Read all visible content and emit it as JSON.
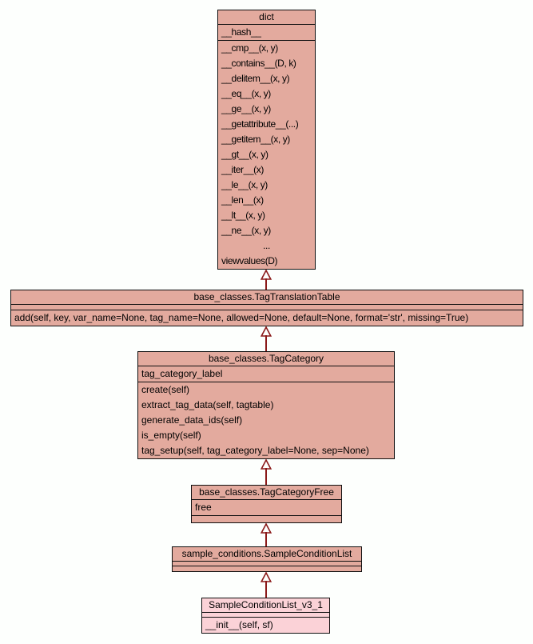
{
  "theme": {
    "page_bg": "#fdfffd",
    "box_fill": "#e3aa9e",
    "box_fill_light": "#fbd2d7",
    "border_color": "#101010",
    "arrow_color": "#8b1a1a"
  },
  "diagram_type": "uml-class-inheritance",
  "classes": [
    {
      "title": "dict",
      "attributes": [
        "__hash__"
      ],
      "methods": [
        "__cmp__(x, y)",
        "__contains__(D, k)",
        "__delitem__(x, y)",
        "__eq__(x, y)",
        "__ge__(x, y)",
        "__getattribute__(...)",
        "__getitem__(x, y)",
        "__gt__(x, y)",
        "__iter__(x)",
        "__le__(x, y)",
        "__len__(x)",
        "__lt__(x, y)",
        "__ne__(x, y)",
        "...",
        "viewvalues(D)"
      ]
    },
    {
      "title": "base_classes.TagTranslationTable",
      "attributes": [],
      "methods": [
        "add(self, key, var_name=None, tag_name=None, allowed=None, default=None, format='str', missing=True)"
      ]
    },
    {
      "title": "base_classes.TagCategory",
      "attributes": [
        "tag_category_label"
      ],
      "methods": [
        "create(self)",
        "extract_tag_data(self, tagtable)",
        "generate_data_ids(self)",
        "is_empty(self)",
        "tag_setup(self, tag_category_label=None, sep=None)"
      ]
    },
    {
      "title": "base_classes.TagCategoryFree",
      "attributes": [
        "free"
      ],
      "methods": []
    },
    {
      "title": "sample_conditions.SampleConditionList",
      "attributes": [],
      "methods": []
    },
    {
      "title": "SampleConditionList_v3_1",
      "attributes": [],
      "methods": [
        "__init__(self, sf)"
      ]
    }
  ]
}
